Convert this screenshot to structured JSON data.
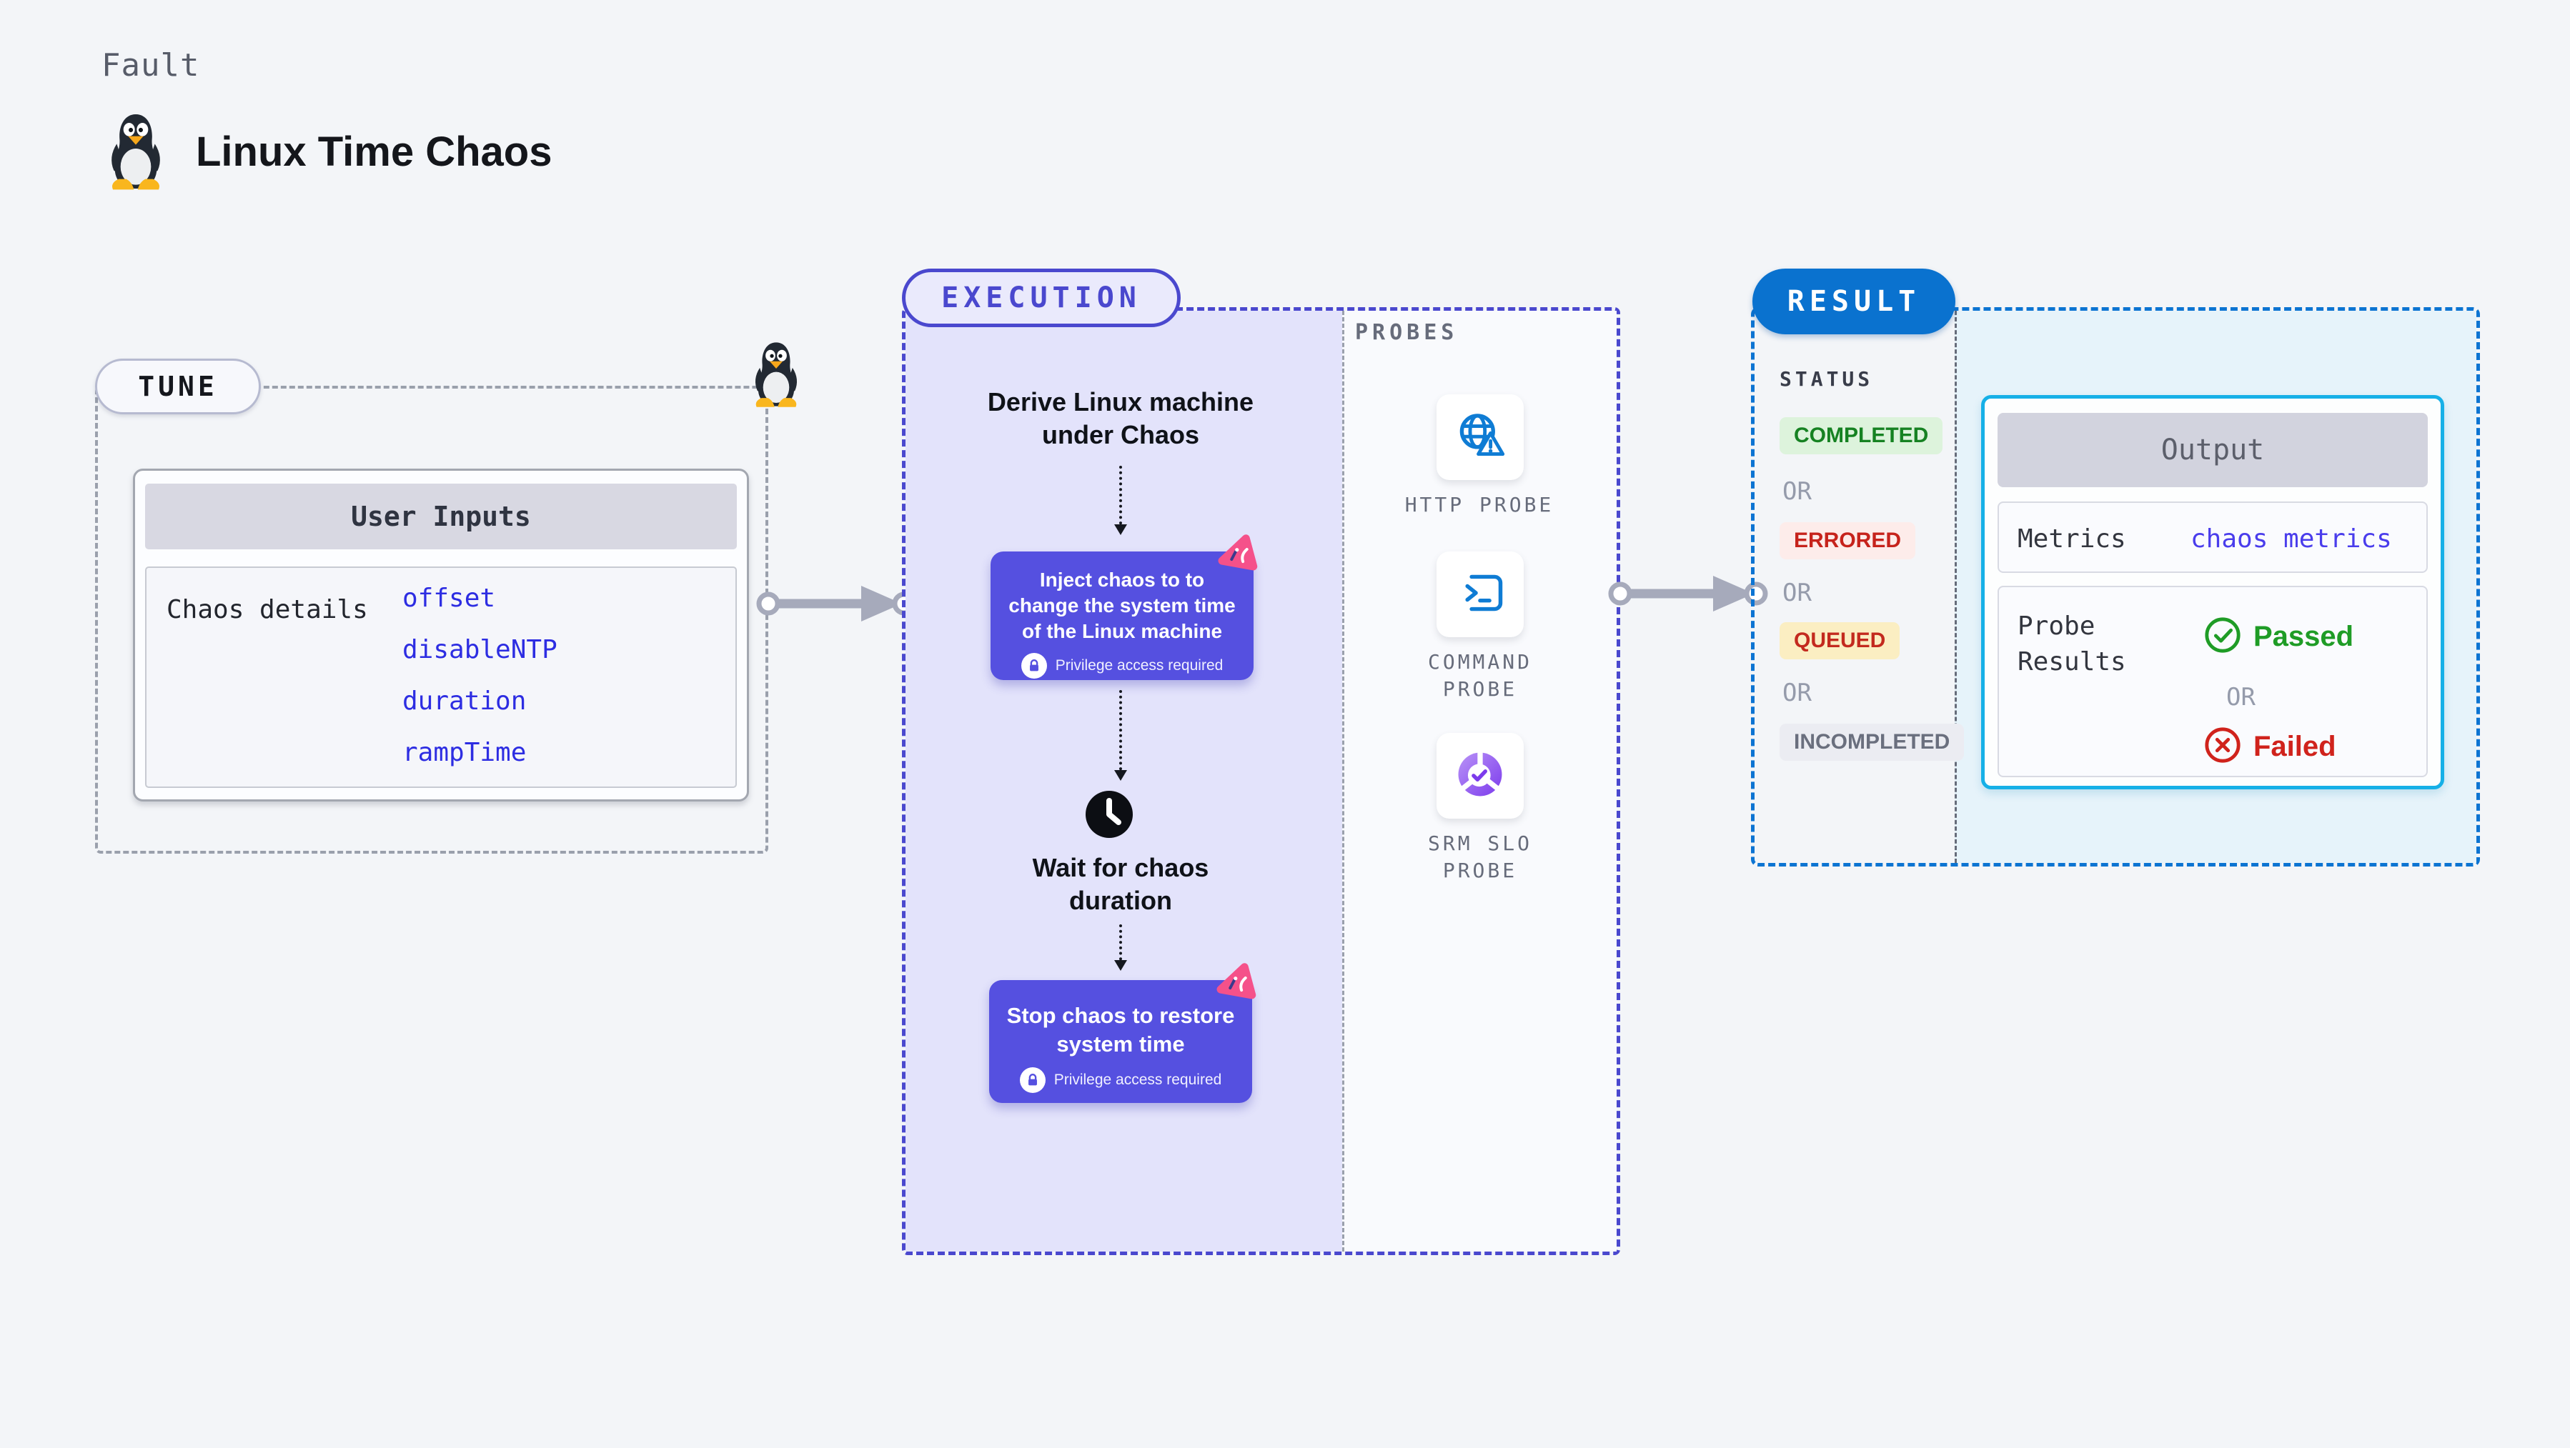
{
  "header": {
    "eyebrow": "Fault",
    "title": "Linux Time Chaos"
  },
  "tune": {
    "label": "TUNE",
    "card_title": "User Inputs",
    "row_label": "Chaos details",
    "values": [
      "offset",
      "disableNTP",
      "duration",
      "rampTime"
    ]
  },
  "execution": {
    "label": "EXECUTION",
    "derive_text": "Derive Linux machine under Chaos",
    "inject_text": "Inject chaos to to change the system time of the Linux machine",
    "privilege_text": "Privilege access required",
    "wait_text": "Wait for chaos duration",
    "stop_text": "Stop chaos to restore system time"
  },
  "probes": {
    "label": "PROBES",
    "items": [
      {
        "label": "HTTP PROBE",
        "icon": "globe-alert-icon"
      },
      {
        "label": "COMMAND PROBE",
        "icon": "terminal-icon"
      },
      {
        "label": "SRM SLO PROBE",
        "icon": "slo-donut-icon"
      }
    ]
  },
  "result": {
    "label": "RESULT",
    "status_label": "STATUS",
    "or_label": "OR",
    "statuses": [
      {
        "text": "COMPLETED",
        "bg": "#ddf3dc",
        "color": "#168222"
      },
      {
        "text": "ERRORED",
        "bg": "#fdecea",
        "color": "#c6231c"
      },
      {
        "text": "QUEUED",
        "bg": "#fbeec2",
        "color": "#c32a1e"
      },
      {
        "text": "INCOMPLETED",
        "bg": "#ebecf2",
        "color": "#6a6f7e"
      }
    ],
    "output": {
      "title": "Output",
      "metrics_label": "Metrics",
      "metrics_value": "chaos metrics",
      "probe_label": "Probe Results",
      "passed": "Passed",
      "or_label": "OR",
      "failed": "Failed"
    }
  },
  "icons": [
    "tux-penguin-icon",
    "lock-icon",
    "chaos-logo-icon",
    "clock-icon",
    "globe-alert-icon",
    "terminal-icon",
    "slo-donut-icon",
    "check-circle-icon",
    "x-circle-icon",
    "arrow-right-icon"
  ],
  "colors": {
    "page_bg": "#f3f5f8",
    "accent_indigo": "#4a48ce",
    "node_purple": "#5550e0",
    "lavender_bg": "#e3e3fb",
    "pink_logo": "#f5518a",
    "dashed_gray": "#9aa0ac",
    "result_blue": "#0a72cf",
    "result_dash_blue": "#0c74d2",
    "output_border_cyan": "#16b0e7",
    "output_bg_cyan": "#e6f3fa",
    "probe_icon_blue": "#0f7cd4",
    "srm_purple": "#7c3bec",
    "passed_green": "#1f9c26",
    "failed_red": "#d0231c",
    "tune_value_blue": "#2d2de2",
    "metrics_value_blue": "#4a3dec"
  }
}
